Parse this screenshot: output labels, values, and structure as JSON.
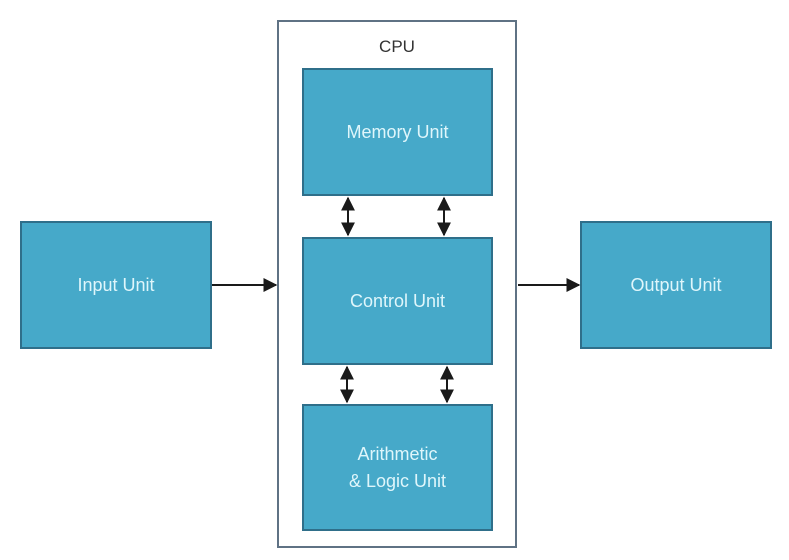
{
  "diagram": {
    "container": {
      "label": "CPU"
    },
    "nodes": {
      "input": {
        "label": "Input Unit"
      },
      "output": {
        "label": "Output Unit"
      },
      "memory": {
        "label": "Memory Unit"
      },
      "control": {
        "label": "Control Unit"
      },
      "alu": {
        "line1": "Arithmetic",
        "line2": "& Logic Unit"
      }
    },
    "edges": [
      {
        "from": "Input Unit",
        "to": "CPU",
        "type": "one-way"
      },
      {
        "from": "CPU",
        "to": "Output Unit",
        "type": "one-way"
      },
      {
        "from": "Memory Unit",
        "to": "Control Unit",
        "type": "two-way",
        "count": 2
      },
      {
        "from": "Control Unit",
        "to": "Arithmetic & Logic Unit",
        "type": "two-way",
        "count": 2
      }
    ],
    "colors": {
      "node_fill": "#46a9c9",
      "node_border": "#2f6f8a",
      "node_text": "#dff6fb",
      "frame_border": "#5f7284",
      "arrow": "#1a1a1a"
    }
  }
}
